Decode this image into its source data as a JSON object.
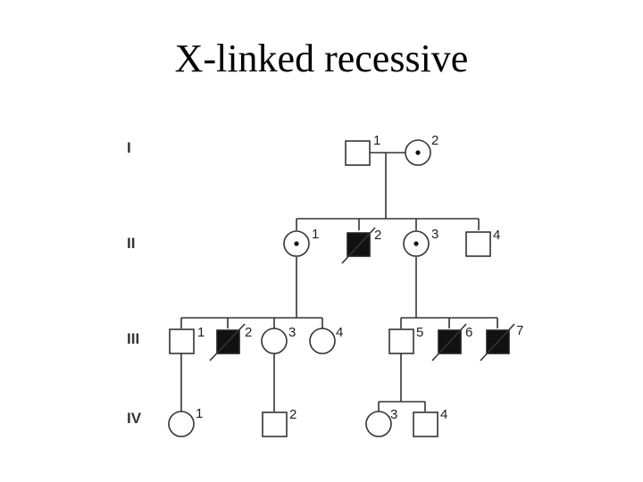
{
  "title": "X-linked recessive",
  "colors": {
    "line": "#333333",
    "affected": "#111111",
    "background": "#ffffff"
  },
  "generations": [
    {
      "label": "I"
    },
    {
      "label": "II"
    },
    {
      "label": "III"
    },
    {
      "label": "IV"
    }
  ],
  "individuals": [
    {
      "id": "I-1",
      "gen": "I",
      "number": "1",
      "sex": "male",
      "status": "unaffected",
      "deceased": false
    },
    {
      "id": "I-2",
      "gen": "I",
      "number": "2",
      "sex": "female",
      "status": "carrier",
      "deceased": false
    },
    {
      "id": "II-1",
      "gen": "II",
      "number": "1",
      "sex": "female",
      "status": "carrier",
      "deceased": false
    },
    {
      "id": "II-2",
      "gen": "II",
      "number": "2",
      "sex": "male",
      "status": "affected",
      "deceased": true
    },
    {
      "id": "II-3",
      "gen": "II",
      "number": "3",
      "sex": "female",
      "status": "carrier",
      "deceased": false
    },
    {
      "id": "II-4",
      "gen": "II",
      "number": "4",
      "sex": "male",
      "status": "unaffected",
      "deceased": false
    },
    {
      "id": "III-1",
      "gen": "III",
      "number": "1",
      "sex": "male",
      "status": "unaffected",
      "deceased": false
    },
    {
      "id": "III-2",
      "gen": "III",
      "number": "2",
      "sex": "male",
      "status": "affected",
      "deceased": true
    },
    {
      "id": "III-3",
      "gen": "III",
      "number": "3",
      "sex": "female",
      "status": "unaffected",
      "deceased": false
    },
    {
      "id": "III-4",
      "gen": "III",
      "number": "4",
      "sex": "female",
      "status": "unaffected",
      "deceased": false
    },
    {
      "id": "III-5",
      "gen": "III",
      "number": "5",
      "sex": "male",
      "status": "unaffected",
      "deceased": false
    },
    {
      "id": "III-6",
      "gen": "III",
      "number": "6",
      "sex": "male",
      "status": "affected",
      "deceased": true
    },
    {
      "id": "III-7",
      "gen": "III",
      "number": "7",
      "sex": "male",
      "status": "affected",
      "deceased": true
    },
    {
      "id": "IV-1",
      "gen": "IV",
      "number": "1",
      "sex": "female",
      "status": "unaffected",
      "deceased": false
    },
    {
      "id": "IV-2",
      "gen": "IV",
      "number": "2",
      "sex": "male",
      "status": "unaffected",
      "deceased": false
    },
    {
      "id": "IV-3",
      "gen": "IV",
      "number": "3",
      "sex": "female",
      "status": "unaffected",
      "deceased": false
    },
    {
      "id": "IV-4",
      "gen": "IV",
      "number": "4",
      "sex": "male",
      "status": "unaffected",
      "deceased": false
    }
  ]
}
